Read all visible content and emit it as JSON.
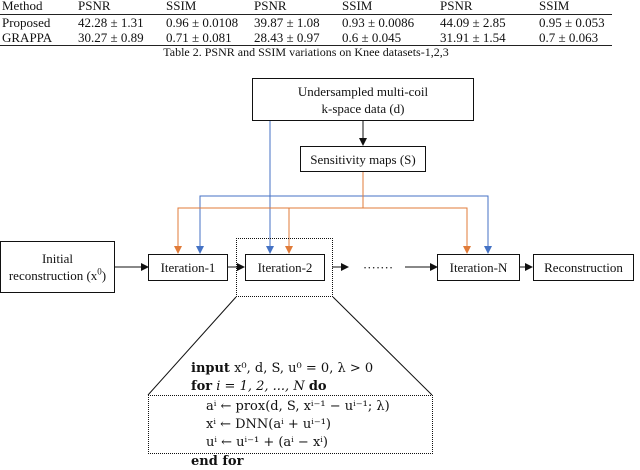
{
  "table": {
    "headers": [
      "Method",
      "PSNR",
      "SSIM",
      "PSNR",
      "SSIM",
      "PSNR",
      "SSIM"
    ],
    "rows": [
      [
        "Proposed",
        "42.28 ± 1.31",
        "0.96 ± 0.0108",
        "39.87 ± 1.08",
        "0.93 ± 0.0086",
        "44.09 ± 2.85",
        "0.95 ± 0.053"
      ],
      [
        "GRAPPA",
        "30.27 ± 0.89",
        "0.71 ± 0.081",
        "28.43 ± 0.97",
        "0.6 ± 0.045",
        "31.91 ± 1.54",
        "0.7 ± 0.063"
      ]
    ],
    "caption": "Table 2. PSNR and SSIM variations on Knee datasets-1,2,3"
  },
  "diagram": {
    "kspace_line1": "Undersampled multi-coil",
    "kspace_line2": "k-space data (d)",
    "sensitivity": "Sensitivity maps (S)",
    "initial_line1": "Initial",
    "initial_line2": "reconstruction (x",
    "initial_sup": "0",
    "initial_close": ")",
    "iter1": "Iteration-1",
    "iter2": "Iteration-2",
    "ellipsis": "·······",
    "iterN": "Iteration-N",
    "reconstruction": "Reconstruction",
    "colors": {
      "orange": "#E07B39",
      "blue": "#4472C4"
    }
  },
  "algorithm": {
    "input_kw": "input",
    "input_text": "x⁰, d, S, u⁰ = 0, λ > 0",
    "for_kw": "for",
    "for_text": "i = 1, 2, ..., N",
    "do_kw": "do",
    "step1": "aⁱ ← prox(d, S, xⁱ⁻¹ − uⁱ⁻¹; λ)",
    "step2": "xⁱ ← DNN(aⁱ + uⁱ⁻¹)",
    "step3": "uⁱ ← uⁱ⁻¹ + (aⁱ − xⁱ)",
    "end_kw": "end for"
  }
}
